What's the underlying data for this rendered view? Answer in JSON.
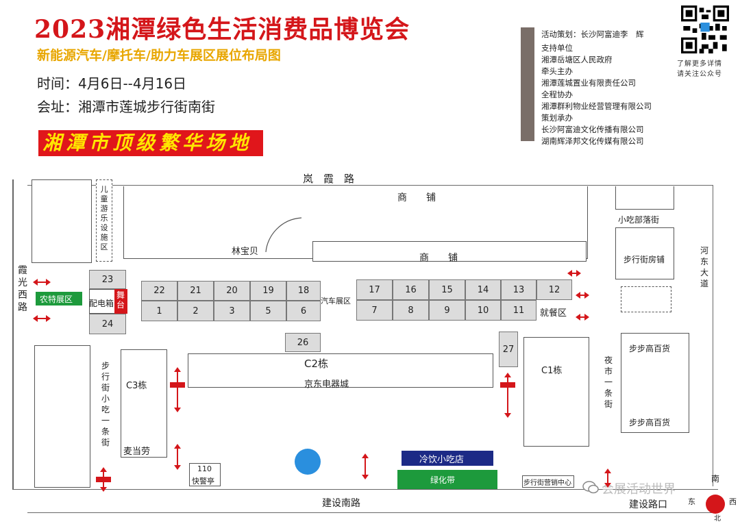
{
  "header": {
    "title": "2023湘潭绿色生活消费品博览会",
    "subtitle": "新能源汽车/摩托车/助力车展区展位布局图",
    "time": "时间：4月6日--4月16日",
    "venue": "会址：湘潭市莲城步行街南街",
    "banner": "湘潭市顶级繁华场地"
  },
  "credits": [
    "活动策划：长沙阿富迪李　辉",
    "支持单位",
    "湘潭岳塘区人民政府",
    "牵头主办",
    "湘潭莲城置业有限责任公司",
    "全程协办",
    "湘潭群利物业经营管理有限公司",
    "策划承办",
    "长沙阿富迪文化传播有限公司",
    "湖南辉泽邦文化传媒有限公司"
  ],
  "qr_caption": [
    "了解更多详情",
    "请关注公众号"
  ],
  "map": {
    "roads": {
      "north": "岚　霞　路",
      "south": "建设南路",
      "west": "霞光西路",
      "east": "河东大道",
      "corner": "建设路口"
    },
    "shops_top": "商　　铺",
    "shops_mid": "商　　铺",
    "lin_bao_bei": "林宝贝",
    "kids_area": "儿童游乐设施区",
    "snack_street": "小吃部落街",
    "pedestrian_shops": "步行街房铺",
    "dining_area": "就餐区",
    "car_zone": "汽车展区",
    "farm_zone": "农特展区",
    "distribution_box": "配电箱",
    "stage": "舞台",
    "c2_building": "C2栋",
    "jd_store": "京东电器城",
    "c1_building": "C1栋",
    "c3_building": "C3栋",
    "mcdonalds": "麦当劳",
    "snack_street_left": "步行街小吃一条街",
    "night_market": "夜市一条街",
    "bubugao_1": "步步高百货",
    "bubugao_2": "步步高百货",
    "police": [
      "110",
      "快警亭"
    ],
    "cold_drink": "冷饮小吃店",
    "greenbelt": "绿化带",
    "marketing_center": "步行街营销中心",
    "watermark": "会展活动世界",
    "compass": {
      "s": "南",
      "n": "北",
      "e": "东",
      "w": "西"
    },
    "booths_top_left": [
      "22",
      "21",
      "20",
      "19",
      "18"
    ],
    "booths_bottom_left": [
      "1",
      "2",
      "3",
      "5",
      "6"
    ],
    "booths_top_right": [
      "17",
      "16",
      "15",
      "14",
      "13",
      "12"
    ],
    "booths_bottom_right": [
      "7",
      "8",
      "9",
      "10",
      "11"
    ],
    "booth_23": "23",
    "booth_24": "24",
    "booth_26": "26",
    "booth_27": "27"
  },
  "colors": {
    "title_red": "#d4161a",
    "subtitle_orange": "#e8a600",
    "farm_green": "#1d9a3c",
    "greenbelt_green": "#1d9a3c",
    "cold_drink_blue": "#1c2a86",
    "circle_blue": "#2a8fde"
  }
}
